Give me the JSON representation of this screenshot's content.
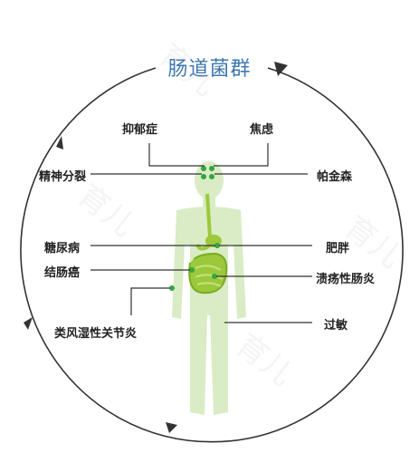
{
  "diagram": {
    "title": "肠道菌群",
    "labels": {
      "depression": "抑郁症",
      "anxiety": "焦虑",
      "schizophrenia": "精神分裂",
      "parkinson": "帕金森",
      "diabetes": "糖尿病",
      "obesity": "肥胖",
      "colon_cancer": "结肠癌",
      "ulcerative_colitis": "溃疡性肠炎",
      "rheumatoid_arthritis": "类风湿性关节炎",
      "allergy": "过敏"
    }
  },
  "colors": {
    "circle": "#333333",
    "title": "#3f78b0",
    "body": "#d9ecc5",
    "gut": "#9cc83c",
    "dot": "#36a63e",
    "line": "#333333"
  }
}
